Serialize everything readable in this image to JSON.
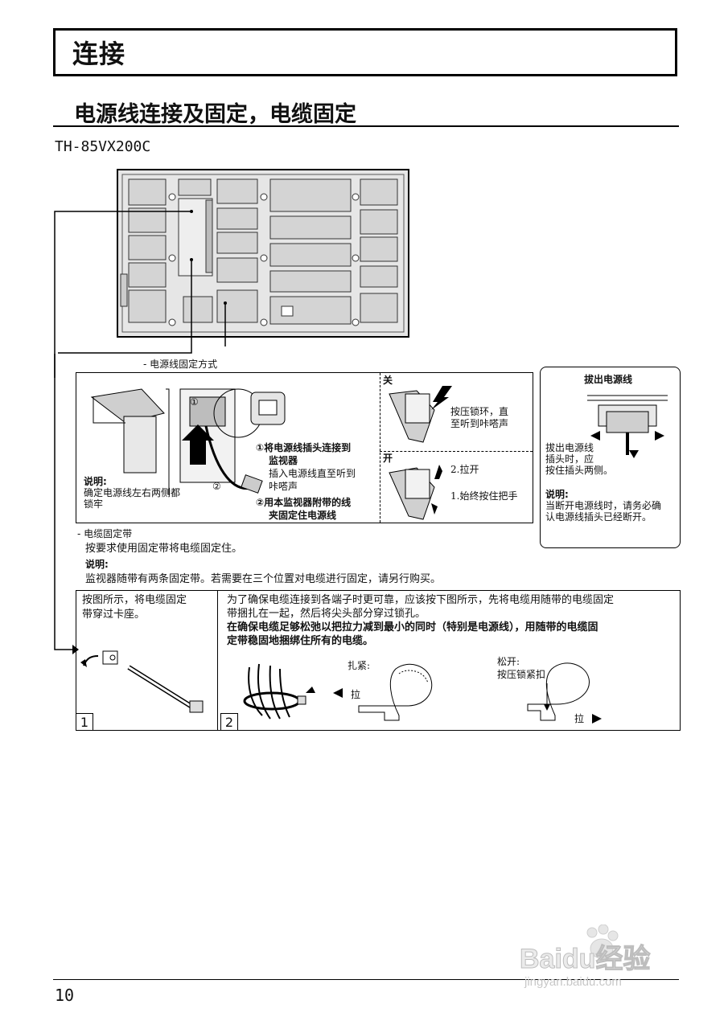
{
  "section": {
    "title": "连接"
  },
  "subsection": {
    "title": "电源线连接及固定，电缆固定"
  },
  "model": "TH-85VX200C",
  "power_cord_fix_label": "- 电源线固定方式",
  "main_panel": {
    "step1": "①将电源线插头连接到",
    "step1b": "监视器",
    "step1_note1": "插入电源线直至听到",
    "step1_note2": "咔嗒声",
    "step2": "②用本监视器附带的线",
    "step2b": "夹固定住电源线",
    "callout_1": "①",
    "callout_2": "②",
    "note_title": "说明:",
    "note_line1": "确定电源线左右两侧都",
    "note_line2": "锁牢",
    "close_label": "关",
    "close_text1": "按压锁环，直",
    "close_text2": "至听到咔嗒声",
    "open_label": "开",
    "open_text1": "2.拉开",
    "open_text2": "1.始终按住把手"
  },
  "unplug_panel": {
    "title": "拔出电源线",
    "text1": "拔出电源线",
    "text2": "插头时，应",
    "text3": "按住插头两侧。",
    "note_title": "说明:",
    "note1": "当断开电源线时，请务必确",
    "note2": "认电源线插头已经断开。"
  },
  "cable_band": {
    "label": "- 电缆固定带",
    "instruction": "按要求使用固定带将电缆固定住。",
    "note_title": "说明:",
    "note": "监视器随带有两条固定带。若需要在三个位置对电缆进行固定，请另行购买。"
  },
  "table": {
    "cell1_text1": "按图所示，将电缆固定",
    "cell1_text2": "带穿过卡座。",
    "cell1_num": "1",
    "cell2_text1": "为了确保电缆连接到各端子时更可靠，应该按下图所示，先将电缆用随带的电缆固定",
    "cell2_text2": "带捆扎在一起，然后将尖头部分穿过锁孔。",
    "cell2_bold1": "在确保电缆足够松弛以把拉力减到最小的同时（特别是电源线），用随带的电缆固",
    "cell2_bold2": "定带稳固地捆绑住所有的电缆。",
    "cell2_num": "2",
    "tighten_label": "扎紧:",
    "pull_label_left": "拉",
    "loosen_label1": "松开:",
    "loosen_label2": "按压锁紧扣",
    "pull_label_right": "拉"
  },
  "page_number": "10",
  "watermark": {
    "brand": "Baidu经验",
    "url": "jingyan.baidu.com"
  }
}
